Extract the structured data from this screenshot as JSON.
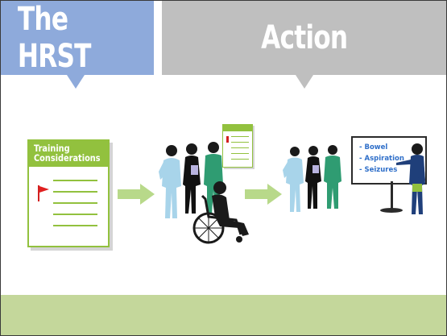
{
  "header": {
    "left_title": "The HRST",
    "right_title": "Action"
  },
  "training_card": {
    "title_line1": "Training",
    "title_line2": "Considerations"
  },
  "board": {
    "items": [
      "- Bowel",
      "- Aspiration",
      "- Seizures"
    ]
  },
  "colors": {
    "left_header": "#8eaadb",
    "right_header": "#bfbfbf",
    "green_accent": "#92c13e",
    "arrow_green": "#b8d98a",
    "footer": "#c4d79b",
    "board_text": "#2f6fc9"
  }
}
